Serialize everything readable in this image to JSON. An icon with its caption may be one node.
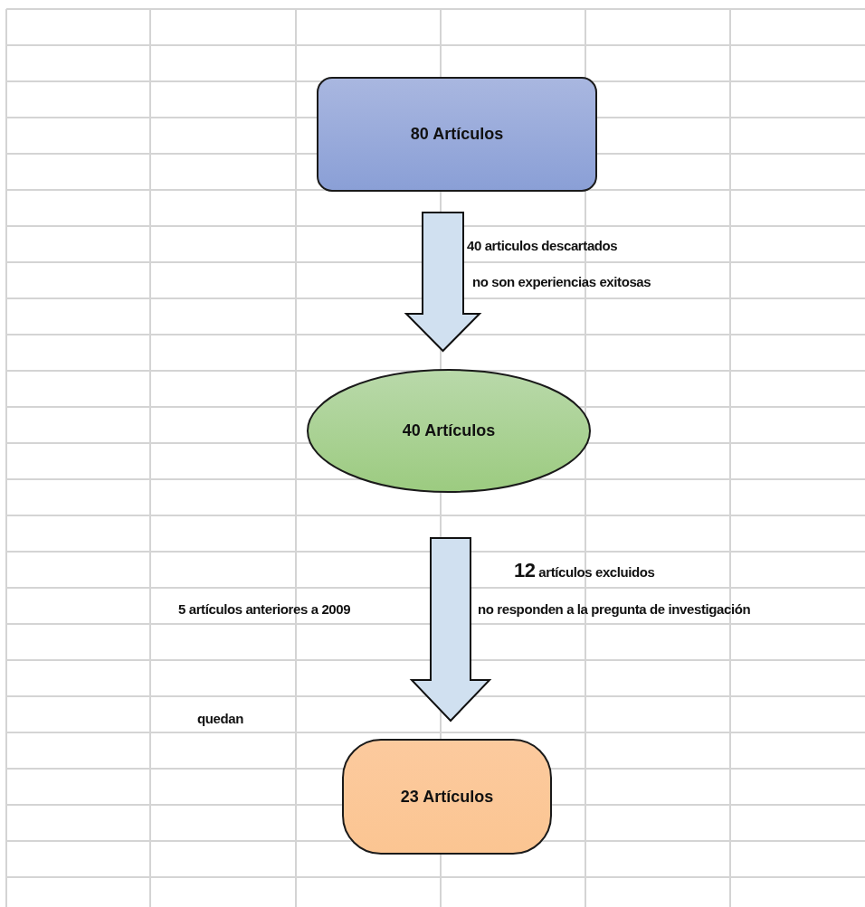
{
  "diagram": {
    "nodes": [
      {
        "text": [
          "80 Artículos"
        ]
      },
      {
        "text": [
          "40 Artículos"
        ]
      },
      {
        "text": [
          "23 Artículos"
        ]
      }
    ],
    "edges": [
      {
        "from": 0,
        "to": 1,
        "arrow": "to",
        "style": "thick"
      },
      {
        "from": 1,
        "to": 2,
        "arrow": "to",
        "style": "thick"
      }
    ],
    "labels": [
      "40 articulos descartados",
      "no son experiencias exitosas",
      "12 artículos excluidos",
      "5 artículos anteriores a 2009",
      "no responden a la pregunta de investigación",
      "quedan"
    ]
  }
}
